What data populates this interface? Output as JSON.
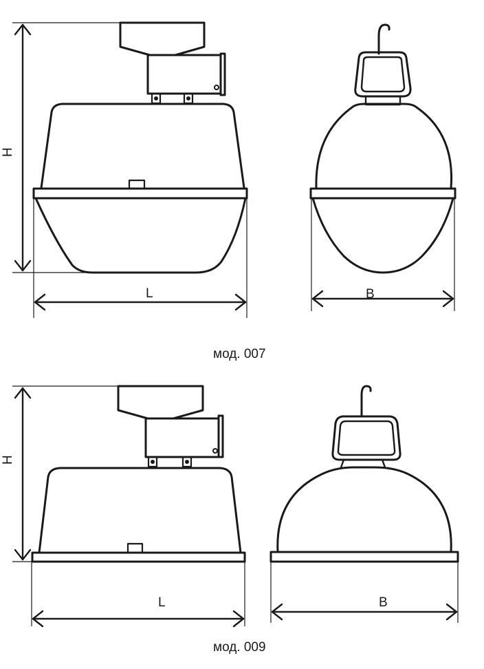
{
  "models": [
    {
      "caption": "мод. 007",
      "labels": {
        "height": "H",
        "length": "L",
        "width": "B"
      }
    },
    {
      "caption": "мод. 009",
      "labels": {
        "height": "H",
        "length": "L",
        "width": "B"
      }
    }
  ]
}
